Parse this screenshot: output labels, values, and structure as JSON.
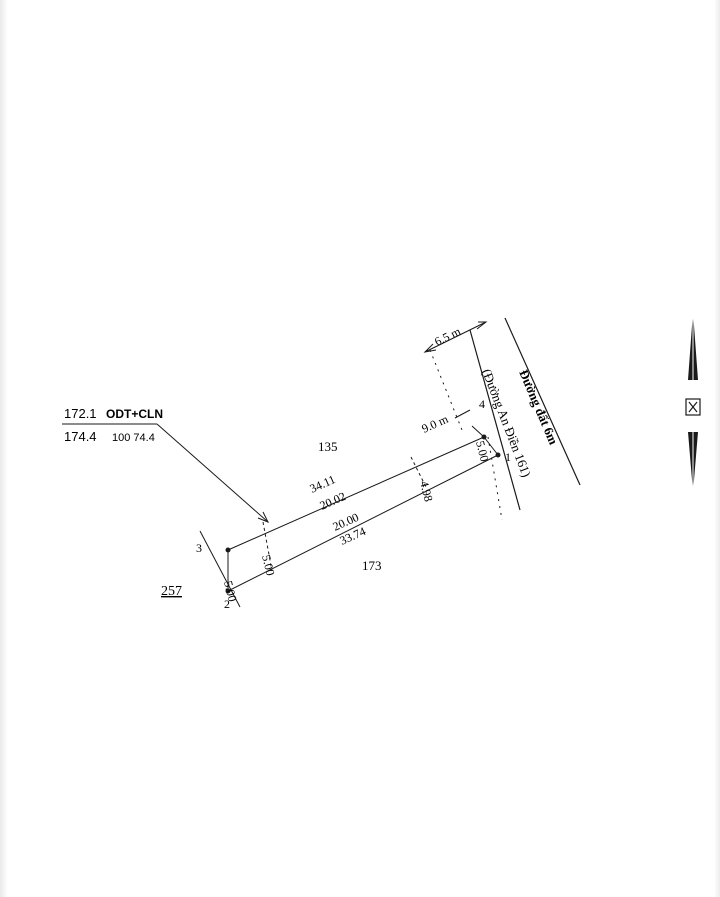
{
  "parcel_info": {
    "sheet": "172.1",
    "land_use": "ODT+CLN",
    "area": "174.4",
    "area_breakdown": "100 74.4"
  },
  "neighbors": {
    "north": "135",
    "south": "173",
    "west": "257"
  },
  "roads": {
    "dirt_road": "Đường đất 6m",
    "main_road": "(Đường An Điền 161)",
    "road_width": "6.5 m",
    "setback": "9.0 m"
  },
  "vertices": {
    "p1": "1",
    "p2": "2",
    "p3": "3",
    "p4": "4"
  },
  "dimensions": {
    "north_total": "34.11",
    "north_inner": "20.02",
    "south_inner": "20.00",
    "south_total": "33.74",
    "west_outer": "5.00",
    "west_inner": "5.00",
    "east_mid": "4.98",
    "east_front": "5.00"
  },
  "colors": {
    "ink": "#1a1a1a",
    "background": "#ffffff"
  }
}
